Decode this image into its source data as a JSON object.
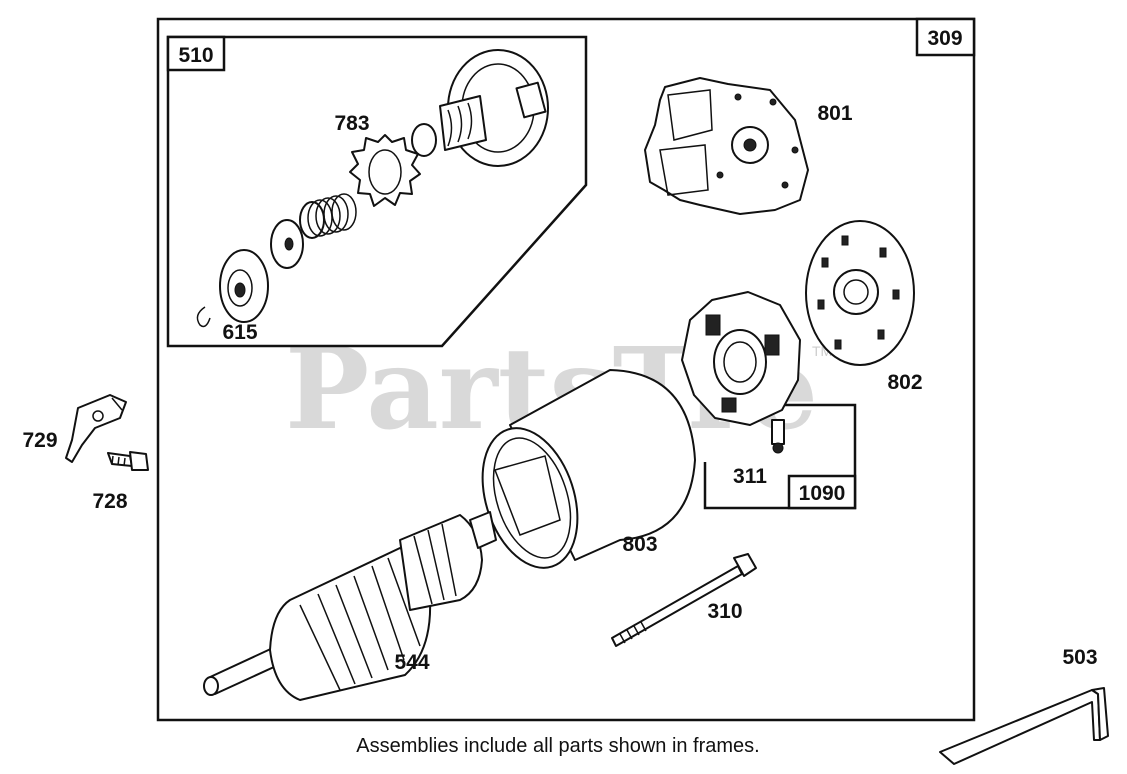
{
  "watermark": {
    "text": "PartsTre",
    "trademark": "TM"
  },
  "frames": {
    "main": "309",
    "drive_assembly": "510",
    "brush_assembly": "1090"
  },
  "parts": {
    "p783": "783",
    "p801": "801",
    "p615": "615",
    "p802": "802",
    "p729": "729",
    "p728": "728",
    "p311": "311",
    "p803": "803",
    "p310": "310",
    "p544": "544",
    "p503": "503"
  },
  "caption": "Assemblies include all parts shown in frames."
}
